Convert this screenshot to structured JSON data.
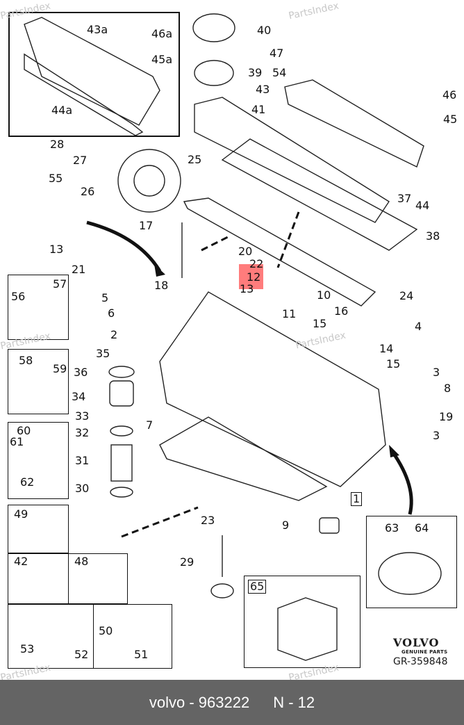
{
  "diagram": {
    "brand": "VOLVO",
    "brand_sub": "GENUINE PARTS",
    "drawing_code": "GR-359848",
    "watermark": "PartsIndex",
    "highlighted_part": "12",
    "callouts": {
      "p43a": "43a",
      "p46a": "46a",
      "p45a": "45a",
      "p44a": "44a",
      "p40": "40",
      "p47": "47",
      "p39": "39",
      "p54": "54",
      "p43": "43",
      "p41": "41",
      "p46": "46",
      "p45": "45",
      "p28": "28",
      "p27": "27",
      "p25": "25",
      "p26": "26",
      "p55": "55",
      "p37": "37",
      "p44": "44",
      "p17": "17",
      "p38": "38",
      "p13a": "13",
      "p20": "20",
      "p22": "22",
      "p12": "12",
      "p13b": "13",
      "p21": "21",
      "p18": "18",
      "p10": "10",
      "p24": "24",
      "p57": "57",
      "p56": "56",
      "p5": "5",
      "p16": "16",
      "p11": "11",
      "p6": "6",
      "p15a": "15",
      "p4": "4",
      "p2": "2",
      "p14": "14",
      "p35": "35",
      "p58": "58",
      "p59": "59",
      "p15b": "15",
      "p36": "36",
      "p3a": "3",
      "p8": "8",
      "p34": "34",
      "p33": "33",
      "p19": "19",
      "p7": "7",
      "p32": "32",
      "p3b": "3",
      "p60": "60",
      "p61": "61",
      "p31": "31",
      "p62": "62",
      "p30": "30",
      "p1": "1",
      "p49": "49",
      "p23": "23",
      "p9": "9",
      "p63": "63",
      "p64": "64",
      "p42": "42",
      "p48": "48",
      "p29": "29",
      "p65": "65",
      "p50": "50",
      "p53": "53",
      "p52": "52",
      "p51": "51"
    }
  },
  "footer": {
    "brand": "volvo - 963222",
    "ref": "N - 12"
  }
}
